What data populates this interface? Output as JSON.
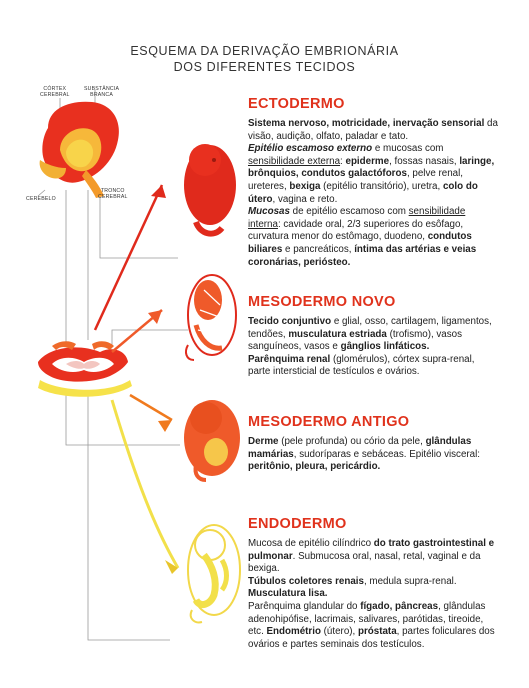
{
  "title_line1": "ESQUEMA DA DERIVAÇÃO EMBRIONÁRIA",
  "title_line2": "DOS DIFERENTES TECIDOS",
  "brain_labels": {
    "cortex_line1": "CÓRTEX",
    "cortex_line2": "CEREBRAL",
    "substancia_line1": "SUBSTÂNCIA",
    "substancia_line2": "BRANCA",
    "cerebelo": "CEREBELO",
    "tronco_line1": "TRONCO",
    "tronco_line2": "CEREBRAL"
  },
  "colors": {
    "ectoderm": "#e02a1c",
    "mesoderm_new": "#ef5a2a",
    "mesoderm_old": "#f07a1e",
    "endoderm": "#f2e04a",
    "title_red": "#e0321c"
  },
  "sections": {
    "ectoderm": {
      "heading": "ECTODERMO",
      "s1": "Sistema nervoso, motricidade, inervação sensorial",
      "s2": " da visão, audição, olfato, paladar e tato.",
      "s3": "Epitélio escamoso externo",
      "s4": " e mucosas com ",
      "s5": "sensibilidade externa",
      "s6": ": ",
      "s7": "epiderme",
      "s8": ", fossas nasais,",
      "s9": "laringe, brônquios, condutos galactóforos",
      "s10": ", pelve renal, ureteres, ",
      "s11": "bexiga",
      "s12": " (epitélio transitório), uretra,",
      "s13": "colo do útero",
      "s14": ", vagina e reto.",
      "s15": "Mucosas",
      "s16": " de epitélio escamoso com ",
      "s17": "sensibilidade interna",
      "s18": ": cavidade oral, 2/3 superiores do esôfago, curvatura menor do estômago, duodeno, ",
      "s19": "condutos biliares",
      "s20": " e pancreáticos, ",
      "s21": "íntima das artérias e veias coronárias, periósteo."
    },
    "mesoderm_new": {
      "heading": "MESODERMO NOVO",
      "s1": "Tecido conjuntivo",
      "s2": " e glial, osso, cartilagem, ligamentos, tendões, ",
      "s3": "musculatura estriada",
      "s4": " (trofismo), vasos sanguíneos, vasos e ",
      "s5": "gânglios linfáticos.",
      "s6": "Parênquima renal",
      "s7": " (glomérulos), córtex supra-renal, parte intersticial de testículos e ovários."
    },
    "mesoderm_old": {
      "heading": "MESODERMO ANTIGO",
      "s1": "Derme",
      "s2": " (pele profunda) ou cório da pele, ",
      "s3": "glândulas mamárias",
      "s4": ", sudoríparas e sebáceas. Epitélio visceral:",
      "s5": "peritônio, pleura, pericárdio."
    },
    "endoderm": {
      "heading": "ENDODERMO",
      "s1": "Mucosa de epitélio cilíndrico ",
      "s2": "do trato gastrointestinal e pulmonar",
      "s3": ". Submucosa oral, nasal, retal, vaginal e da bexiga.",
      "s4": "Túbulos coletores renais",
      "s5": ", medula supra-renal.",
      "s6": "Musculatura lisa.",
      "s7": "Parênquima glandular do ",
      "s8": "fígado, pâncreas",
      "s9": ", glândulas adenohipófise, lacrimais, salivares, parótidas, tireoide, etc. ",
      "s10": "Endométrio",
      "s11": " (útero), ",
      "s12": "próstata",
      "s13": ", partes foliculares dos ovários e partes seminais dos testículos."
    }
  }
}
